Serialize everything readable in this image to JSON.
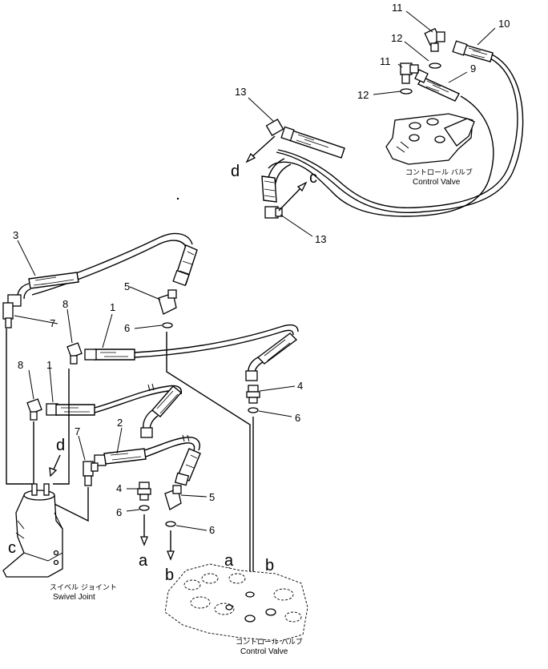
{
  "callouts": {
    "n1a": "1",
    "n1b": "1",
    "n2": "2",
    "n3": "3",
    "n4a": "4",
    "n4b": "4",
    "n5a": "5",
    "n5b": "5",
    "n6a": "6",
    "n6b": "6",
    "n6c": "6",
    "n6d": "6",
    "n7a": "7",
    "n7b": "7",
    "n8a": "8",
    "n8b": "8",
    "n9": "9",
    "n10": "10",
    "n11a": "11",
    "n11b": "11",
    "n12a": "12",
    "n12b": "12",
    "n13a": "13",
    "n13b": "13"
  },
  "connectors": {
    "a_left": "a",
    "b_left": "b",
    "a_valve": "a",
    "b_valve": "b",
    "c_top": "c",
    "d_top": "d",
    "c_swivel": "c",
    "d_swivel": "d"
  },
  "components": {
    "top_valve_jp": "コントロール バルブ",
    "top_valve_en": "Control Valve",
    "swivel_jp": "スイベル ジョイント",
    "swivel_en": "Swivel Joint",
    "bottom_valve_jp": "コントロール バルブ",
    "bottom_valve_en": "Control Valve"
  }
}
